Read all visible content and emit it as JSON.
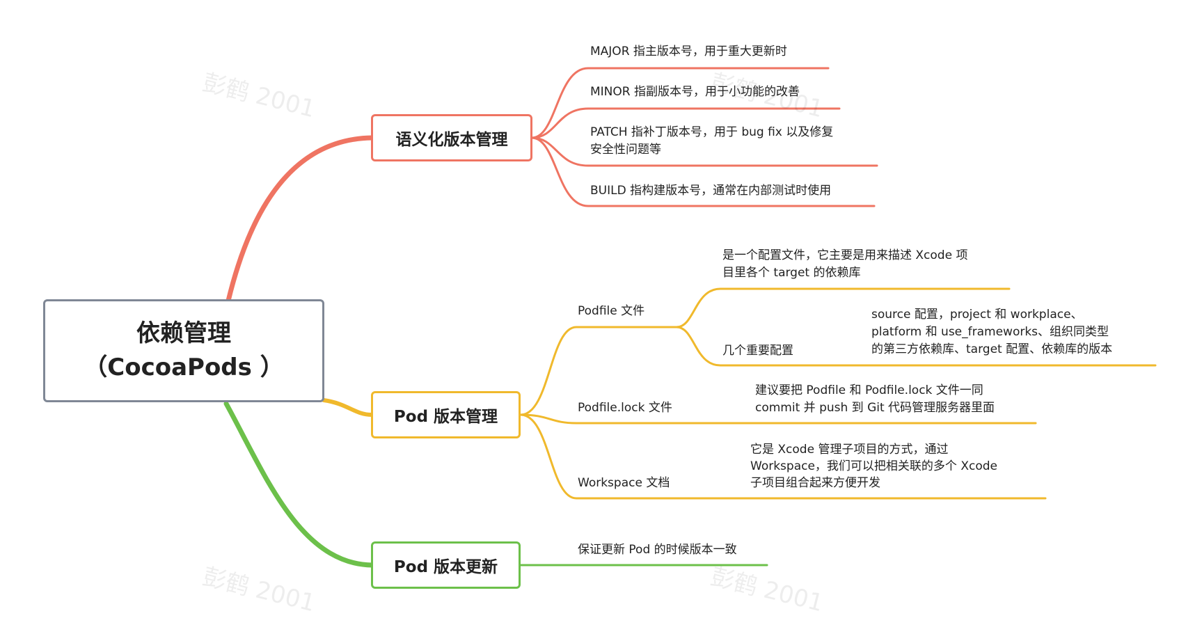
{
  "colors": {
    "red": "#ef7462",
    "yellow": "#f0b92c",
    "green": "#6cc04a",
    "root_border": "#7f8795"
  },
  "watermark": "彭鹤 2001",
  "root": {
    "line1": "依赖管理",
    "line2": "（CocoaPods ）"
  },
  "branches": {
    "semver": {
      "title": "语义化版本管理",
      "items": {
        "major": "MAJOR 指主版本号，用于重大更新时",
        "minor": "MINOR 指副版本号，用于小功能的改善",
        "patch_line1": "PATCH 指补丁版本号，用于 bug fix 以及修复",
        "patch_line2": "安全性问题等",
        "build": "BUILD 指构建版本号，通常在内部测试时使用"
      }
    },
    "pod_version": {
      "title": "Pod 版本管理",
      "podfile": {
        "label": "Podfile 文件",
        "desc_line1": "是一个配置文件，它主要是用来描述 Xcode 项",
        "desc_line2": "目里各个 target 的依赖库",
        "config_label": "几个重要配置",
        "config_line1": "source 配置，project 和 workplace、",
        "config_line2": "platform 和  use_frameworks、组织同类型",
        "config_line3": "的第三方依赖库、target 配置、依赖库的版本"
      },
      "podfile_lock": {
        "label": "Podfile.lock 文件",
        "desc_line1": "建议要把 Podfile 和 Podfile.lock 文件一同",
        "desc_line2": "commit 并 push 到 Git 代码管理服务器里面"
      },
      "workspace": {
        "label": "Workspace 文档",
        "desc_line1": "它是 Xcode 管理子项目的方式，通过",
        "desc_line2": "Workspace，我们可以把相关联的多个 Xcode",
        "desc_line3": "子项目组合起来方便开发"
      }
    },
    "pod_update": {
      "title": "Pod 版本更新",
      "item": "保证更新 Pod 的时候版本一致"
    }
  }
}
